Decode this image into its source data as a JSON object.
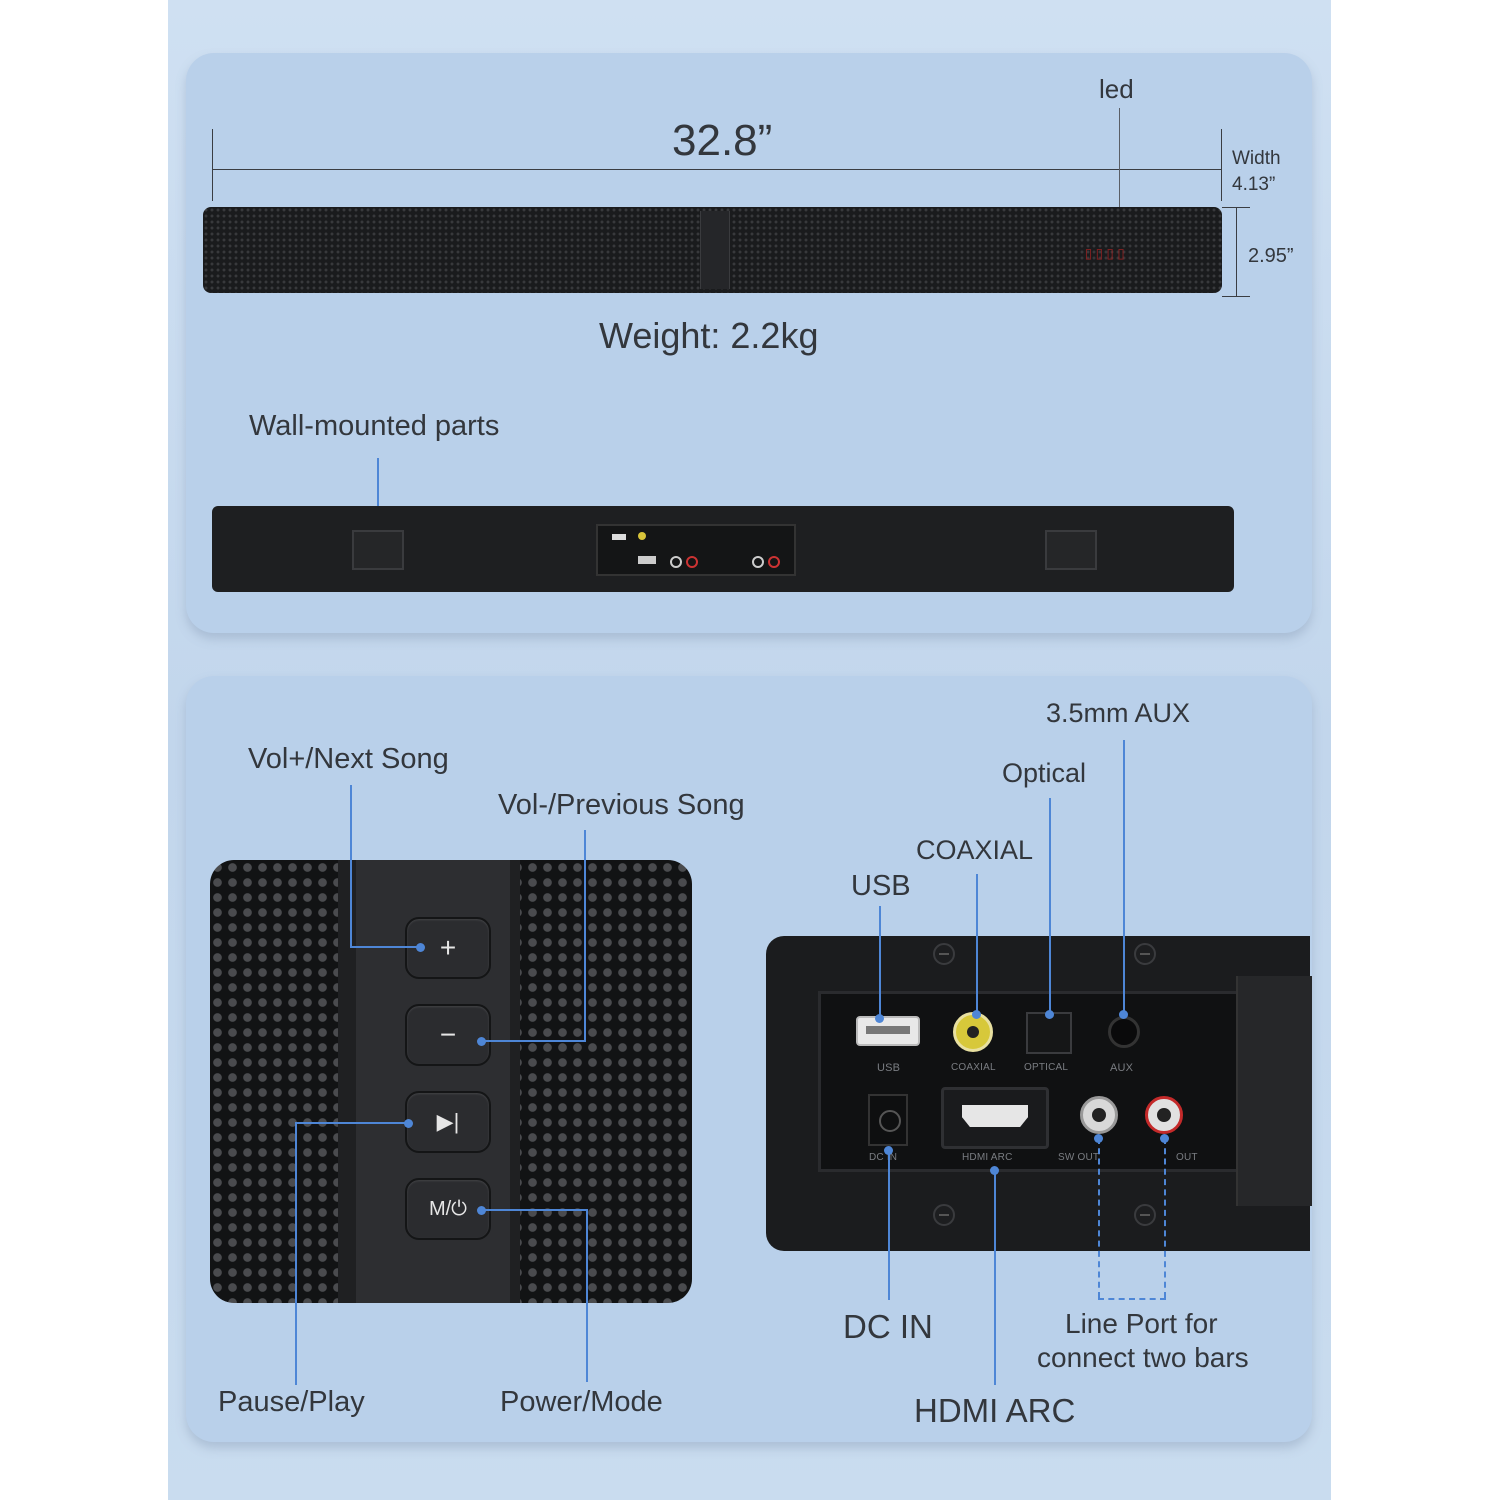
{
  "dimensions": {
    "length": "32.8”",
    "led": "led",
    "width_label": "Width",
    "width_value": "4.13”",
    "height": "2.95”",
    "weight": "Weight: 2.2kg"
  },
  "top_panel": {
    "wall_mount_label": "Wall-mounted parts"
  },
  "buttons": {
    "vol_up": "Vol+/Next Song",
    "vol_down": "Vol-/Previous Song",
    "pause_play": "Pause/Play",
    "power_mode": "Power/Mode",
    "plus_glyph": "+",
    "minus_glyph": "−",
    "play_glyph": "▶|",
    "mode_glyph": "M/⏻"
  },
  "ports": {
    "aux": "3.5mm AUX",
    "optical": "Optical",
    "coaxial": "COAXIAL",
    "usb": "USB",
    "dc_in": "DC IN",
    "hdmi_arc": "HDMI ARC",
    "line_port": "Line Port for",
    "line_port_2": "connect two bars"
  },
  "port_print": {
    "usb": "USB",
    "coaxial": "COAXIAL",
    "optical": "OPTICAL",
    "aux": "AUX",
    "dc": "DC IN",
    "hdmi": "HDMI ARC",
    "sw_out": "SW OUT",
    "out": "OUT"
  },
  "colors": {
    "accent_line": "#4e86d6",
    "card": "#b9d0ea",
    "device": "#1c1d1f"
  }
}
